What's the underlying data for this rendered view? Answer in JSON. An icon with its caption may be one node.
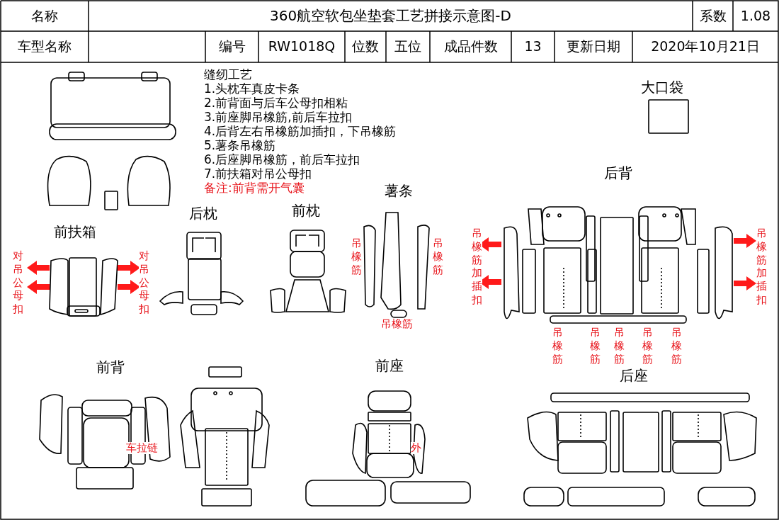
{
  "diagram": {
    "title": "360航空软包坐垫套工艺拼接示意图-D",
    "labels": [
      "名称",
      "系数",
      "1.08",
      "车型名称",
      "编号",
      "RW1018Q",
      "位数",
      "五位",
      "成品件数",
      "13",
      "更新日期",
      "2020年10月21日",
      "缝纫工艺",
      "1.头枕车真皮卡条",
      "2.前背面与后车公母扣相粘",
      "3.前座脚吊橡筋,前后车拉扣",
      "4.后背左右吊橡筋加插扣，下吊橡筋",
      "5.薯条吊橡筋",
      "6.后座脚吊橡筋，前后车拉扣",
      "7.前扶箱对吊公母扣",
      "备注:前背需开气囊",
      "大口袋",
      "后背",
      "薯条",
      "后枕",
      "前枕",
      "前扶箱",
      "对吊公母扣",
      "对吊公母扣",
      "吊橡筋",
      "吊橡筋",
      "吊橡筋",
      "吊橡筋加插扣",
      "吊橡筋加插扣",
      "吊橡筋",
      "吊橡筋",
      "吊橡筋",
      "吊橡筋",
      "吊橡筋",
      "前背",
      "车拉链",
      "前座",
      "外",
      "后座"
    ]
  }
}
